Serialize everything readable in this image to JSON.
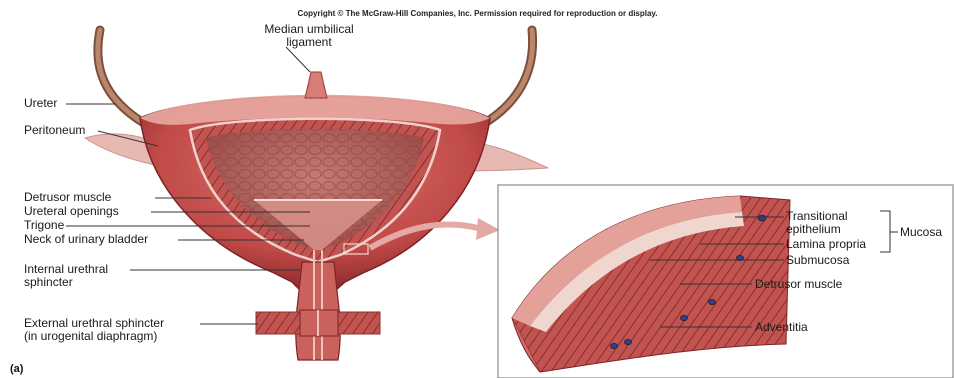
{
  "copyright": "Copyright © The McGraw-Hill Companies, Inc. Permission required for reproduction or display.",
  "figure_tag": "(a)",
  "bladder_labels": {
    "median_umbilical_line1": "Median umbilical",
    "median_umbilical_line2": "ligament",
    "ureter": "Ureter",
    "peritoneum": "Peritoneum",
    "detrusor_muscle": "Detrusor muscle",
    "ureteral_openings": "Ureteral openings",
    "trigone": "Trigone",
    "neck": "Neck of urinary bladder",
    "internal_sphincter_line1": "Internal urethral",
    "internal_sphincter_line2": "sphincter",
    "external_sphincter_line1": "External urethral sphincter",
    "external_sphincter_line2": "(in urogenital diaphragm)"
  },
  "wall_labels": {
    "transitional_line1": "Transitional",
    "transitional_line2": "epithelium",
    "lamina_propria": "Lamina propria",
    "submucosa": "Submucosa",
    "detrusor_muscle": "Detrusor muscle",
    "adventitia": "Adventitia",
    "mucosa": "Mucosa"
  },
  "colors": {
    "muscle": "#c8504e",
    "muscle_dark": "#9a2f30",
    "peritoneum": "#e7b3ae",
    "lumen": "#b8605c",
    "ureter": "#9a6a52",
    "vessel_blue": "#2e3f8f"
  }
}
